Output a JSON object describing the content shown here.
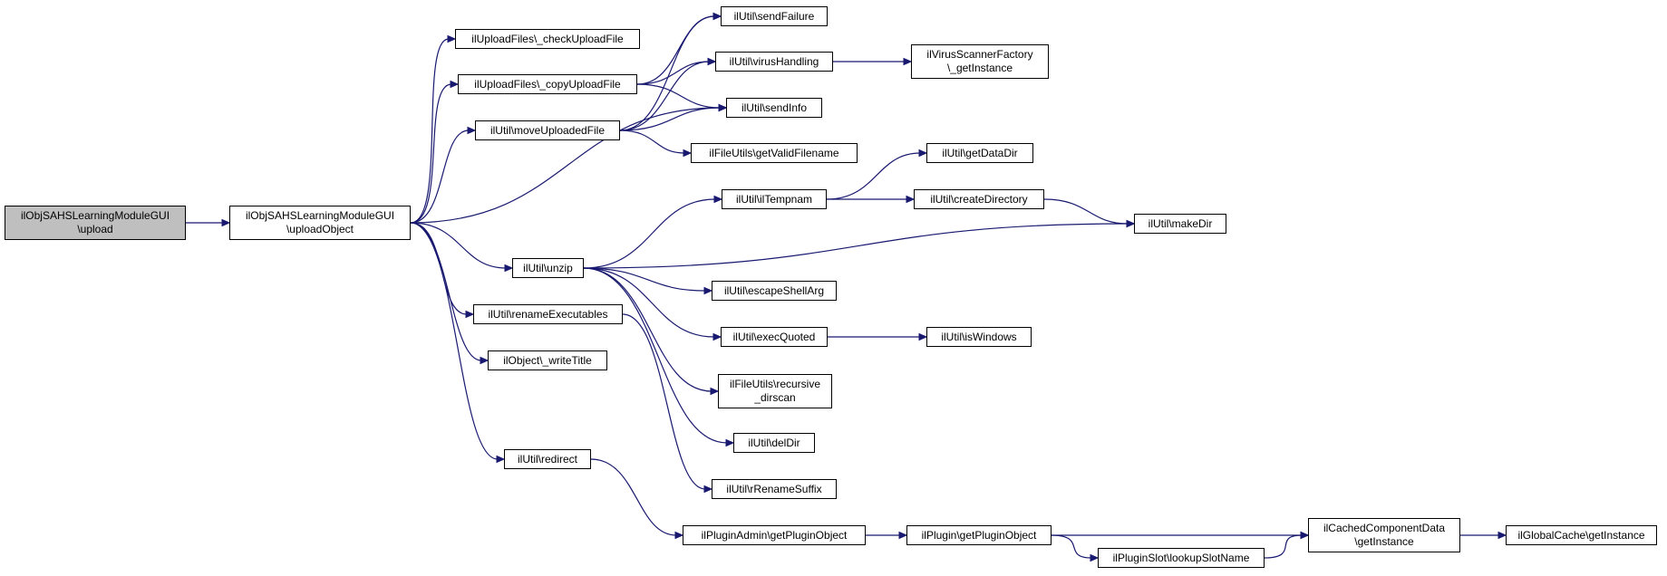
{
  "graph": {
    "nodes": {
      "upload": "ilObjSAHSLearningModuleGUI\n\\upload",
      "uploadObject": "ilObjSAHSLearningModuleGUI\n\\uploadObject",
      "checkUploadFile": "ilUploadFiles\\_checkUploadFile",
      "copyUploadFile": "ilUploadFiles\\_copyUploadFile",
      "moveUploadedFile": "ilUtil\\moveUploadedFile",
      "unzip": "ilUtil\\unzip",
      "renameExecutables": "ilUtil\\renameExecutables",
      "writeTitle": "ilObject\\_writeTitle",
      "redirect": "ilUtil\\redirect",
      "sendFailure": "ilUtil\\sendFailure",
      "virusHandling": "ilUtil\\virusHandling",
      "sendInfo": "ilUtil\\sendInfo",
      "getValidFilename": "ilFileUtils\\getValidFilename",
      "ilTempnam": "ilUtil\\ilTempnam",
      "escapeShellArg": "ilUtil\\escapeShellArg",
      "execQuoted": "ilUtil\\execQuoted",
      "recursiveDirscan": "ilFileUtils\\recursive\n_dirscan",
      "delDir": "ilUtil\\delDir",
      "rRenameSuffix": "ilUtil\\rRenameSuffix",
      "getPluginObjectAdmin": "ilPluginAdmin\\getPluginObject",
      "virusScannerGetInstance": "ilVirusScannerFactory\n\\_getInstance",
      "getDataDir": "ilUtil\\getDataDir",
      "createDirectory": "ilUtil\\createDirectory",
      "isWindows": "ilUtil\\isWindows",
      "getPluginObject": "ilPlugin\\getPluginObject",
      "lookupSlotName": "ilPluginSlot\\lookupSlotName",
      "makeDir": "ilUtil\\makeDir",
      "cachedGetInstance": "ilCachedComponentData\n\\getInstance",
      "globalCacheGetInstance": "ilGlobalCache\\getInstance"
    },
    "edges": [
      [
        "upload",
        "uploadObject"
      ],
      [
        "uploadObject",
        "checkUploadFile"
      ],
      [
        "uploadObject",
        "copyUploadFile"
      ],
      [
        "uploadObject",
        "moveUploadedFile"
      ],
      [
        "uploadObject",
        "sendInfo"
      ],
      [
        "uploadObject",
        "unzip"
      ],
      [
        "uploadObject",
        "renameExecutables"
      ],
      [
        "uploadObject",
        "writeTitle"
      ],
      [
        "uploadObject",
        "redirect"
      ],
      [
        "copyUploadFile",
        "sendFailure"
      ],
      [
        "copyUploadFile",
        "virusHandling"
      ],
      [
        "copyUploadFile",
        "sendInfo"
      ],
      [
        "moveUploadedFile",
        "sendFailure"
      ],
      [
        "moveUploadedFile",
        "virusHandling"
      ],
      [
        "moveUploadedFile",
        "sendInfo"
      ],
      [
        "moveUploadedFile",
        "getValidFilename"
      ],
      [
        "virusHandling",
        "virusScannerGetInstance"
      ],
      [
        "unzip",
        "ilTempnam"
      ],
      [
        "unzip",
        "makeDir"
      ],
      [
        "unzip",
        "escapeShellArg"
      ],
      [
        "unzip",
        "execQuoted"
      ],
      [
        "unzip",
        "recursiveDirscan"
      ],
      [
        "unzip",
        "delDir"
      ],
      [
        "renameExecutables",
        "rRenameSuffix"
      ],
      [
        "redirect",
        "getPluginObjectAdmin"
      ],
      [
        "ilTempnam",
        "getDataDir"
      ],
      [
        "ilTempnam",
        "createDirectory"
      ],
      [
        "createDirectory",
        "makeDir"
      ],
      [
        "execQuoted",
        "isWindows"
      ],
      [
        "getPluginObjectAdmin",
        "getPluginObject"
      ],
      [
        "getPluginObject",
        "cachedGetInstance"
      ],
      [
        "getPluginObject",
        "lookupSlotName"
      ],
      [
        "lookupSlotName",
        "cachedGetInstance"
      ],
      [
        "cachedGetInstance",
        "globalCacheGetInstance"
      ]
    ]
  },
  "colors": {
    "edge": "#191970",
    "root_fill": "#bfbfbf",
    "node_fill": "#ffffff",
    "border": "#000000"
  }
}
